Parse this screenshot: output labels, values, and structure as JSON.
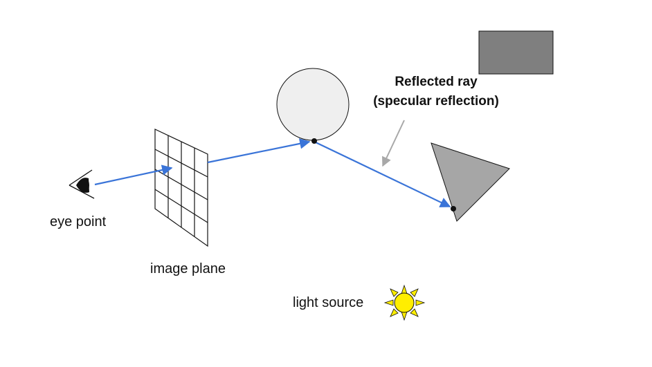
{
  "labels": {
    "eye_point": "eye point",
    "image_plane": "image plane",
    "light_source": "light source",
    "reflected_ray_line1": "Reflected ray",
    "reflected_ray_line2": "(specular reflection)"
  },
  "colors": {
    "ray": "#3a74d8",
    "sphere_fill": "#efefef",
    "triangle_fill": "#a6a6a6",
    "rectangle_fill": "#7f7f7f",
    "sun_fill": "#ffee00",
    "pointer_arrow": "#a8a8a8",
    "outline": "#111111"
  },
  "icons": {
    "eye": "eye-icon",
    "sun": "sun-icon"
  }
}
